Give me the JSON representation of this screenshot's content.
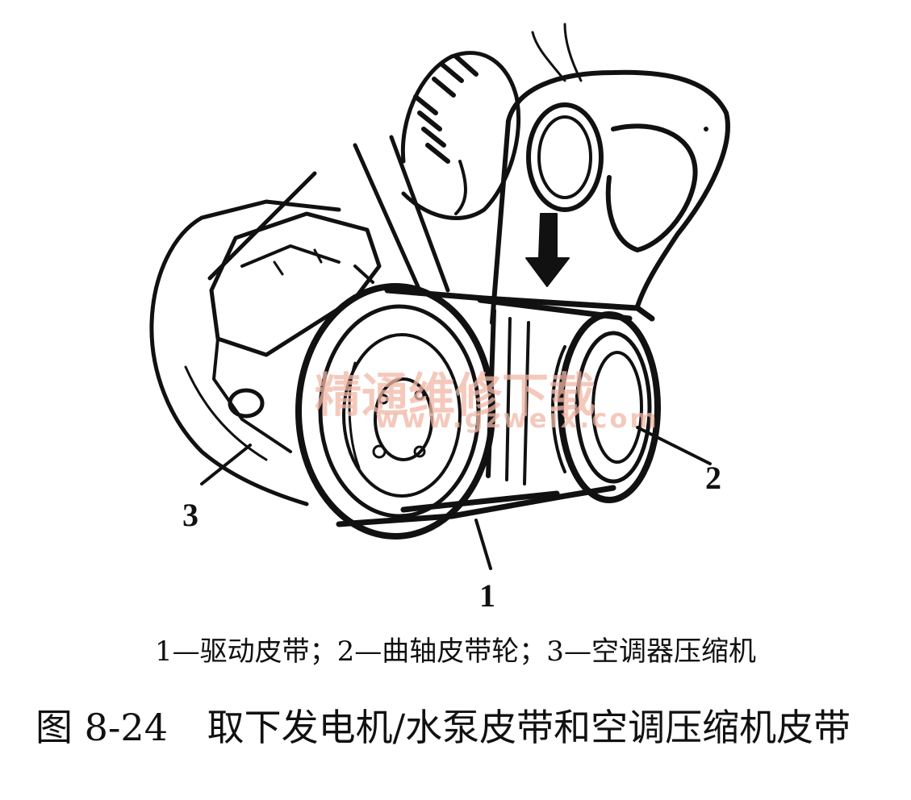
{
  "callouts": {
    "c1": "1",
    "c2": "2",
    "c3": "3"
  },
  "watermark": {
    "text": "精通维修下载",
    "url": "www.gzweix.com"
  },
  "legend": "1—驱动皮带；2—曲轴皮带轮；3—空调器压缩机",
  "caption": {
    "number": "图 8-24",
    "title": "取下发电机/水泵皮带和空调压缩机皮带"
  }
}
